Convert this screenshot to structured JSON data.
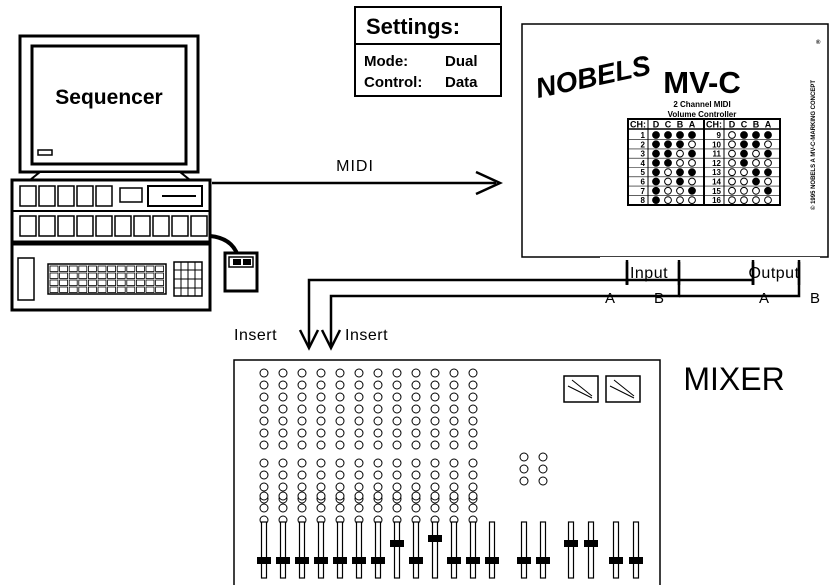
{
  "computer": {
    "screen_text": "Sequencer"
  },
  "settings": {
    "title": "Settings:",
    "mode_label": "Mode:",
    "mode_value": "Dual",
    "control_label": "Control: ",
    "control_value": "Data"
  },
  "connection": {
    "midi_label": "MIDI"
  },
  "device": {
    "logo": "NOBELS",
    "tm": "™",
    "model": "MV-C",
    "line1": "2 Channel MIDI",
    "line2": "Volume Controller",
    "side_left": "© 1995 NOBELS  A  MV-C-MARKING CONCEPT",
    "side_right": "®",
    "table": {
      "headers": [
        "CH:",
        "D",
        "C",
        "B",
        "A",
        "CH:",
        "D",
        "C",
        "B",
        "A"
      ],
      "channels_left": [
        "1",
        "2",
        "3",
        "4",
        "5",
        "6",
        "7",
        "8"
      ],
      "channels_right": [
        "9",
        "10",
        "11",
        "12",
        "13",
        "14",
        "15",
        "16"
      ],
      "bits_left": [
        [
          1,
          1,
          1,
          1
        ],
        [
          1,
          1,
          1,
          0
        ],
        [
          1,
          1,
          0,
          1
        ],
        [
          1,
          1,
          0,
          0
        ],
        [
          1,
          0,
          1,
          1
        ],
        [
          1,
          0,
          1,
          0
        ],
        [
          1,
          0,
          0,
          1
        ],
        [
          1,
          0,
          0,
          0
        ]
      ],
      "bits_right": [
        [
          0,
          1,
          1,
          1
        ],
        [
          0,
          1,
          1,
          0
        ],
        [
          0,
          1,
          0,
          1
        ],
        [
          0,
          1,
          0,
          0
        ],
        [
          0,
          0,
          1,
          1
        ],
        [
          0,
          0,
          1,
          0
        ],
        [
          0,
          0,
          0,
          1
        ],
        [
          0,
          0,
          0,
          0
        ]
      ]
    },
    "input_label": "Input",
    "output_label": "Output",
    "port_a": "A",
    "port_b": "B"
  },
  "insert_left": "Insert",
  "insert_right": "Insert",
  "mixer": {
    "title": "MIXER"
  },
  "colors": {
    "line": "#000000",
    "background": "#ffffff"
  }
}
